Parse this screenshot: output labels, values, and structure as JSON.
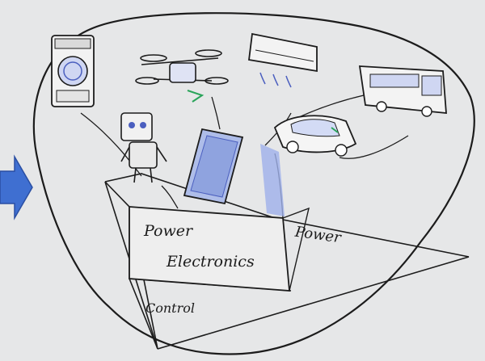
{
  "labels": {
    "power_left_line1": "Power",
    "power_left_line2": "Electronics",
    "power_right": "Power",
    "control": "Control"
  },
  "icons": [
    "arrow-right-icon",
    "washing-machine-icon",
    "drone-icon",
    "air-conditioner-icon",
    "bus-icon",
    "robot-icon",
    "smartphone-icon",
    "car-icon"
  ],
  "colors": {
    "background": "#e6e7e8",
    "ink": "#1c1c1c",
    "arrow": "#3f6fd1",
    "blue_pencil": "#4b5fbf",
    "pale_blue": "#b9c6ef",
    "green": "#2aa45a"
  }
}
